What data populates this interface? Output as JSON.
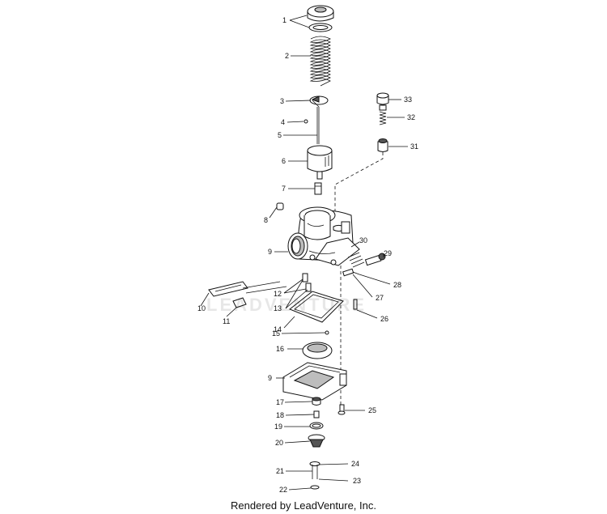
{
  "labels": {
    "p1": "1",
    "p2": "2",
    "p3": "3",
    "p4": "4",
    "p5": "5",
    "p6": "6",
    "p7": "7",
    "p8": "8",
    "p9a": "9",
    "p9b": "9",
    "p10": "10",
    "p11": "11",
    "p12": "12",
    "p13": "13",
    "p14": "14",
    "p15": "15",
    "p16": "16",
    "p17": "17",
    "p18": "18",
    "p19": "19",
    "p20": "20",
    "p21": "21",
    "p22": "22",
    "p23": "23",
    "p24": "24",
    "p25": "25",
    "p26": "26",
    "p27": "27",
    "p28": "28",
    "p29": "29",
    "p30": "30",
    "p31": "31",
    "p32": "32",
    "p33": "33"
  },
  "watermark": "LEADVENTURE",
  "footer": "Rendered by LeadVenture, Inc."
}
